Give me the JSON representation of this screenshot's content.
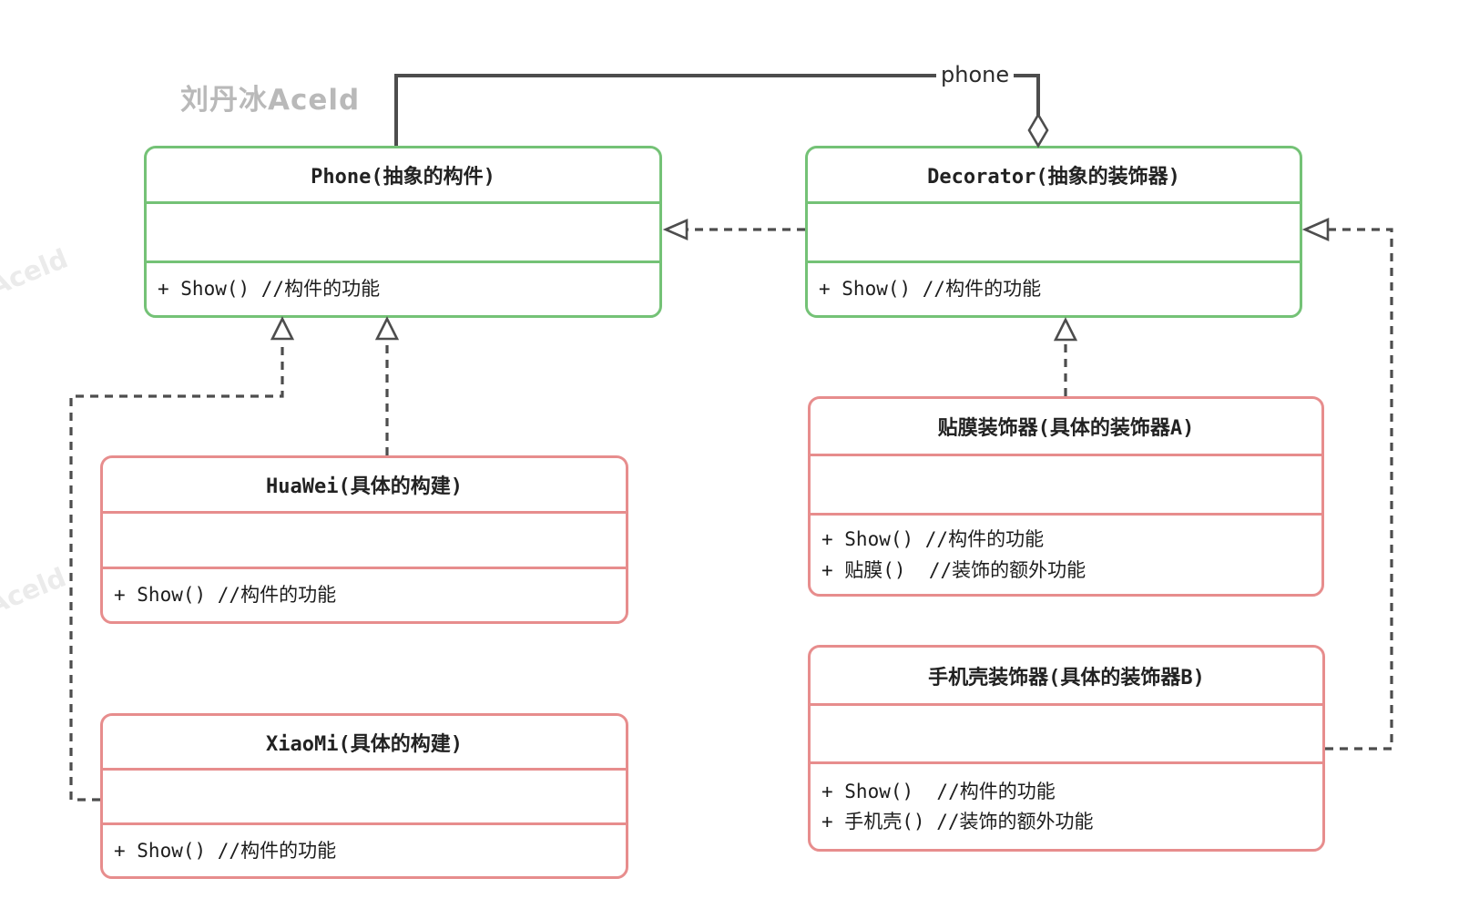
{
  "diagram": {
    "pattern": "Decorator UML",
    "watermark_main": "刘丹冰Aceld",
    "watermark_side": "Aceld",
    "colors": {
      "abstract_border": "#74c276",
      "concrete_border": "#e78d8d",
      "connector": "#4d4d4d",
      "watermark_main": "#b9b9b9",
      "watermark_side": "#ebebeb"
    }
  },
  "relationships": {
    "aggregation_label": "phone"
  },
  "classes": [
    {
      "id": "phone",
      "kind": "abstract",
      "title": "Phone(抽象的构件)",
      "methods": [
        "+ Show() //构件的功能"
      ]
    },
    {
      "id": "decorator",
      "kind": "abstract",
      "title": "Decorator(抽象的装饰器)",
      "methods": [
        "+ Show() //构件的功能"
      ]
    },
    {
      "id": "huawei",
      "kind": "concrete",
      "title": "HuaWei(具体的构建)",
      "methods": [
        "+ Show() //构件的功能"
      ]
    },
    {
      "id": "xiaomi",
      "kind": "concrete",
      "title": "XiaoMi(具体的构建)",
      "methods": [
        "+ Show() //构件的功能"
      ]
    },
    {
      "id": "decorator-a",
      "kind": "concrete",
      "title": "贴膜装饰器(具体的装饰器A)",
      "methods": [
        "+ Show() //构件的功能",
        "+ 贴膜()  //装饰的额外功能"
      ]
    },
    {
      "id": "decorator-b",
      "kind": "concrete",
      "title": "手机壳装饰器(具体的装饰器B)",
      "methods": [
        "+ Show()  //构件的功能",
        "+ 手机壳() //装饰的额外功能"
      ]
    }
  ]
}
